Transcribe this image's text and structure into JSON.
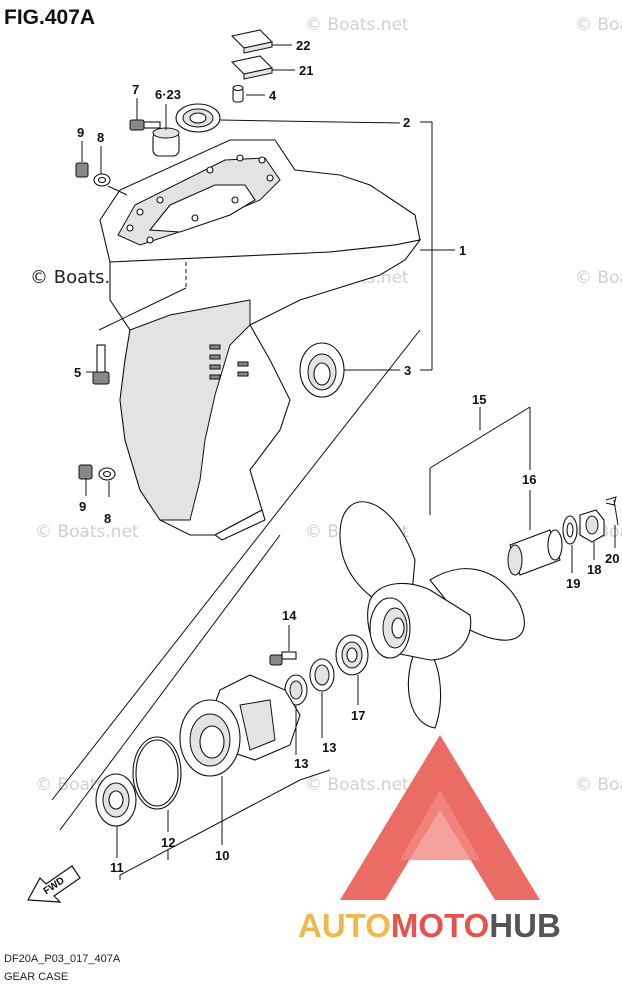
{
  "figure_title": "FIG.407A",
  "watermark_text": "© Boats.net",
  "watermark_main": "© Boats.net",
  "footer": {
    "code": "DF20A_P03_017_407A",
    "name": "GEAR CASE"
  },
  "fwd_label": "FWD",
  "logo": {
    "part1": "AUTO",
    "part2": "MOTO",
    "part3": "HUB",
    "color_a": "#f0b84a",
    "color_b": "#e8524a",
    "color_c": "#555555"
  },
  "callouts": {
    "c1": "1",
    "c2": "2",
    "c3": "3",
    "c4": "4",
    "c5": "5",
    "c623": "6·23",
    "c7": "7",
    "c8a": "8",
    "c8b": "8",
    "c9a": "9",
    "c9b": "9",
    "c10": "10",
    "c11": "11",
    "c12": "12",
    "c13a": "13",
    "c13b": "13",
    "c14": "14",
    "c15": "15",
    "c16": "16",
    "c17": "17",
    "c18": "18",
    "c19": "19",
    "c20": "20",
    "c21": "21",
    "c22": "22"
  }
}
